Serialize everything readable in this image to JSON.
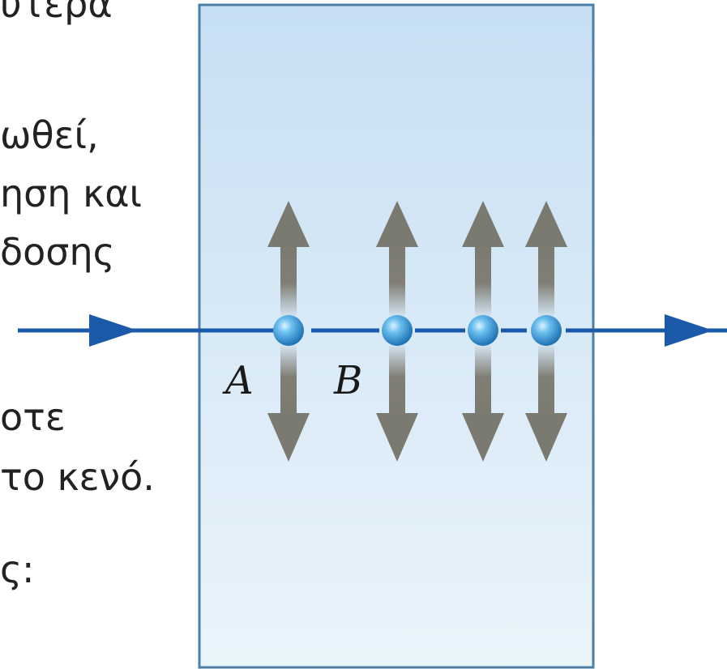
{
  "slide_text": [
    "υτερα",
    "ωθεί,",
    "ηση και",
    "δοσης",
    "οτε",
    "το κενό.",
    "ς:"
  ],
  "diagram": {
    "labels": [
      "A",
      "B"
    ],
    "colors": {
      "medium_top": "#c7dff3",
      "medium_bottom": "#eaf4fb",
      "medium_border": "#4d7fa6",
      "ray": "#1a5aa8",
      "arrow": "#7b7a70",
      "particle": "#3b9ad6"
    },
    "icons": [
      "ray-arrowhead",
      "oscillation-double-arrow",
      "particle-sphere"
    ]
  }
}
